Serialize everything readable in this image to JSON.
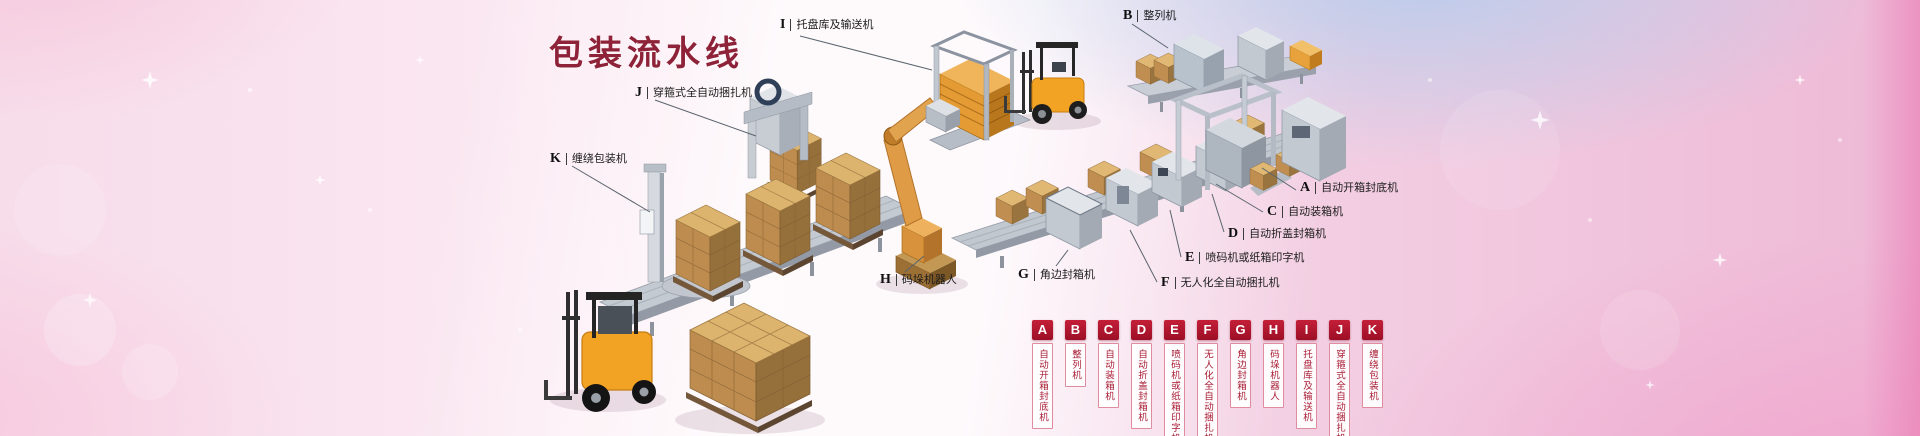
{
  "title": "包装流水线",
  "machines": [
    {
      "letter": "A",
      "name": "自动开箱封底机"
    },
    {
      "letter": "B",
      "name": "整列机"
    },
    {
      "letter": "C",
      "name": "自动装箱机"
    },
    {
      "letter": "D",
      "name": "自动折盖封箱机"
    },
    {
      "letter": "E",
      "name": "喷码机或纸箱印字机"
    },
    {
      "letter": "F",
      "name": "无人化全自动捆扎机"
    },
    {
      "letter": "G",
      "name": "角边封箱机"
    },
    {
      "letter": "H",
      "name": "码垛机器人"
    },
    {
      "letter": "I",
      "name": "托盘库及输送机"
    },
    {
      "letter": "J",
      "name": "穿箍式全自动捆扎机"
    },
    {
      "letter": "K",
      "name": "缠绕包装机"
    }
  ],
  "colors": {
    "title": "#8e2238",
    "legend_accent": "#c41f38",
    "legend_text": "#a81c34",
    "background_pink": "#f4d3e5",
    "background_blue": "#b7cdec",
    "machine_gray": "#c6ccd4",
    "box_tan": "#c08e50",
    "forklift_orange": "#f2a324"
  }
}
